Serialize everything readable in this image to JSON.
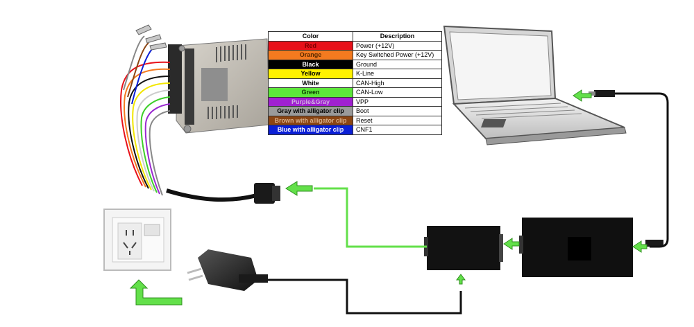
{
  "table": {
    "header_color": "Color",
    "header_description": "Description",
    "rows": [
      {
        "color_name": "Red",
        "description": "Power (+12V)",
        "bg": "#e8111a",
        "fg": "#7a0000"
      },
      {
        "color_name": "Orange",
        "description": "Key Switched Power (+12V)",
        "bg": "#f47a1f",
        "fg": "#5a2a00"
      },
      {
        "color_name": "Black",
        "description": "Ground",
        "bg": "#000000",
        "fg": "#ffffff"
      },
      {
        "color_name": "Yellow",
        "description": "K-Line",
        "bg": "#fff200",
        "fg": "#000000"
      },
      {
        "color_name": "White",
        "description": "CAN-High",
        "bg": "#ffffff",
        "fg": "#000000"
      },
      {
        "color_name": "Green",
        "description": "CAN-Low",
        "bg": "#5ce63a",
        "fg": "#0a3a00"
      },
      {
        "color_name": "Purple&Gray",
        "description": "VPP",
        "bg": "#a020d0",
        "fg": "#d0b0e0"
      },
      {
        "color_name": "Gray with alligator clip",
        "description": "Boot",
        "bg": "#9a9a9a",
        "fg": "#000000"
      },
      {
        "color_name": "Brown with alligator clip",
        "description": "Reset",
        "bg": "#8b4513",
        "fg": "#d8b08a"
      },
      {
        "color_name": "Blue with alligator clip",
        "description": "CNF1",
        "bg": "#0b1fd6",
        "fg": "#ffffff"
      }
    ]
  },
  "colors": {
    "arrow_green": "#63e04a",
    "cable_black": "#111111",
    "device_black": "#121212"
  }
}
